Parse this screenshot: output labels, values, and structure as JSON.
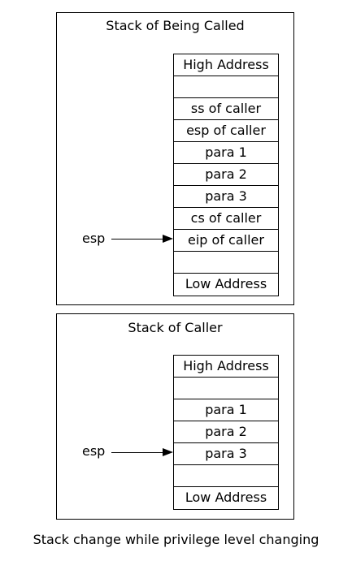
{
  "callee": {
    "title": "Stack of Being Called",
    "cells": [
      "High Address",
      "",
      "ss of caller",
      "esp of caller",
      "para 1",
      "para 2",
      "para 3",
      "cs of caller",
      "eip of caller",
      "",
      "Low Address"
    ],
    "pointer_label": "esp",
    "pointer_cell_index": 8
  },
  "caller": {
    "title": "Stack of Caller",
    "cells": [
      "High Address",
      "",
      "para 1",
      "para 2",
      "para 3",
      "",
      "Low Address"
    ],
    "pointer_label": "esp",
    "pointer_cell_index": 4
  },
  "caption": "Stack change while privilege level changing"
}
